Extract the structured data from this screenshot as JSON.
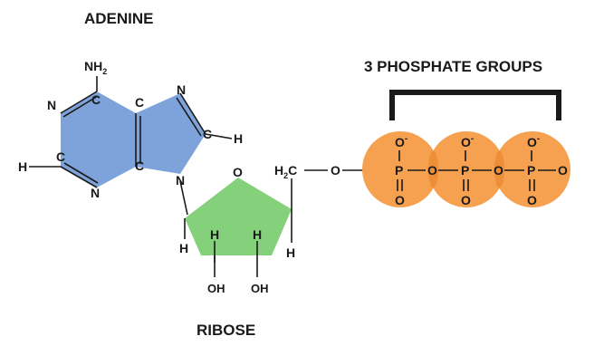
{
  "titles": {
    "adenine": "ADENINE",
    "phosphates": "3 PHOSPHATE GROUPS",
    "ribose": "RIBOSE"
  },
  "colors": {
    "adenine": "#7ea3da",
    "ribose": "#85d07b",
    "phosphate": "#f5a14f",
    "phosphate_overlap": "#ee8f38",
    "ink": "#1a1a1a"
  },
  "atoms": {
    "nh2": "NH",
    "nh2_sub": "2",
    "c": "C",
    "n": "N",
    "h": "H",
    "o": "O",
    "p": "P",
    "oh": "OH",
    "minus": "-",
    "h2c": "H",
    "h2c_sub": "2",
    "h2c_c": "C"
  }
}
